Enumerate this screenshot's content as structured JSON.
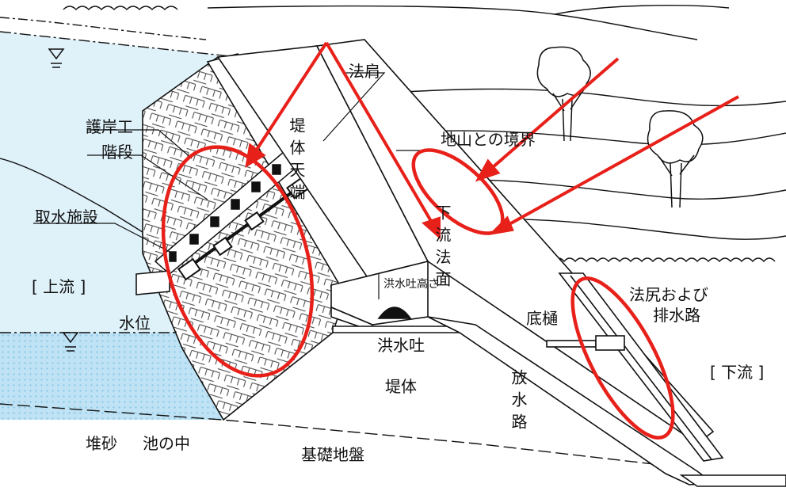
{
  "labels": {
    "norimen_kata": "法肩",
    "gogan_ko": "護岸工",
    "kaidan": "階段",
    "shusui_shisetsu": "取水施設",
    "jouryu": "[ 上流 ]",
    "suii": "水位",
    "teitai_tentan": "堤体天端",
    "jiyama_kyokai": "地山との境界",
    "karyu_norimen": "下流法面",
    "kouzuibaki_takasa": "洪水吐高さ",
    "kouzuibaki": "洪水吐",
    "teitai": "堤体",
    "sokohi": "底樋",
    "houjiri_line1": "法尻および",
    "houjiri_line2": "排水路",
    "karyu": "[ 下流 ]",
    "housuiro": "放水路",
    "taisa": "堆砂",
    "ike_no_naka": "池の中",
    "kiso_jiban": "基礎地盤"
  },
  "colors": {
    "highlight": "#e8201a",
    "water_surface": "#dff2fa",
    "water_deep": "#bfe3f5",
    "line": "#111111"
  },
  "icons": {
    "water_level_marks": "water-level-triangle-icon",
    "trees": "tree-icon"
  }
}
